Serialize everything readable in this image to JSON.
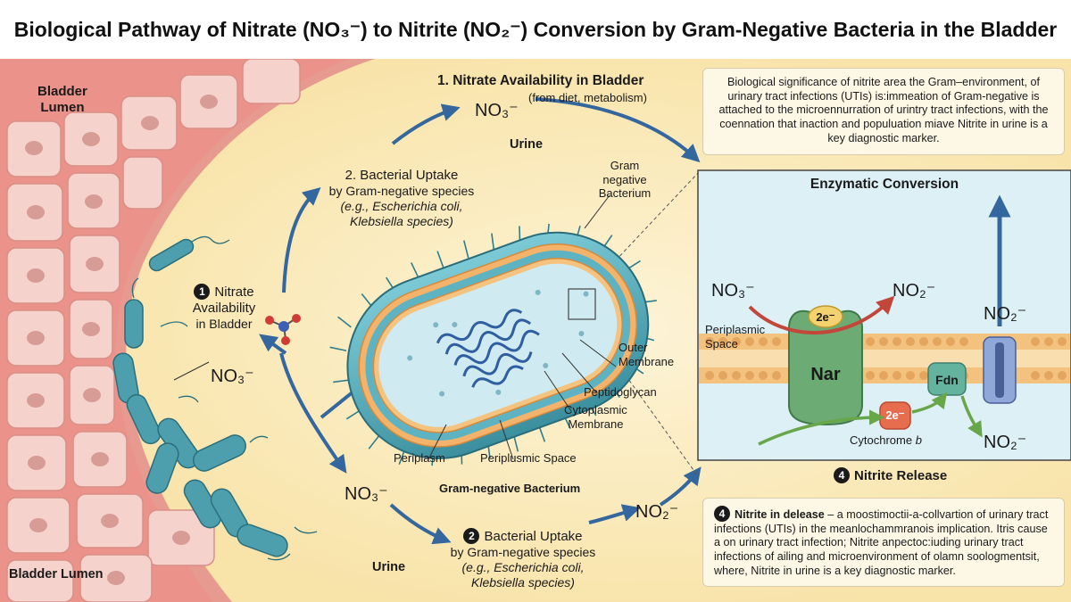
{
  "title": "Biological Pathway of Nitrate (NO₃⁻) to Nitrite (NO₂⁻) Conversion by Gram-Negative Bacteria in the Bladder",
  "labels": {
    "bladder_lumen_top": [
      "Bladder",
      "Lumen"
    ],
    "bladder_lumen_bottom": "Bladder Lumen",
    "step1_top_title": "1. Nitrate Availability in Bladder",
    "step1_top_sub": "(from diet, metabolism)",
    "no3_top": "NO₃⁻",
    "urine_top": "Urine",
    "step2_top_title": "2. Bacterial Uptake",
    "step2_top_line1": "by Gram-negative species",
    "step2_top_line2": "(e.g., Escherichia coli,",
    "step2_top_line3": "Klebsiella species)",
    "gram_negative_bacterium_label": [
      "Gram",
      "negative",
      "Bacterium"
    ],
    "step1_left_num": "1",
    "step1_left_title": [
      "Nitrate",
      "Availability"
    ],
    "step1_left_sub": "in Bladder",
    "no3_left": "NO₃⁻",
    "outer_membrane": [
      "Outer",
      "Membrane"
    ],
    "peptidoglycan": "Peptidoglycan",
    "cytoplasmic_membrane": [
      "Cytoplasmic",
      "Membrane"
    ],
    "periplasm": "Periplasm",
    "periplusmic_space": "Periplusmic Space",
    "gram_negative_bacterium_caption": "Gram-negative Bacterium",
    "no3_bottom": "NO₃⁻",
    "no2_bottom": "NO₂⁻",
    "step2_bottom_num": "2",
    "step2_bottom_title": "Bacterial Uptake",
    "step2_bottom_line1": "by Gram-negative species",
    "step2_bottom_line2": "(e.g., Escherichia coli,",
    "step2_bottom_line3": "Klebsiella species)",
    "urine_bottom": "Urine"
  },
  "enzyme_panel": {
    "title": "Enzymatic Conversion",
    "no3": "NO₃⁻",
    "no2_top": "NO₂⁻",
    "no2_right_top": "NO₂⁻",
    "no2_right_bottom": "NO₂⁻",
    "periplasmic_space": [
      "Periplasmic",
      "Space"
    ],
    "electrons_top": "2e⁻",
    "electrons_bottom": "2e⁻",
    "nar": "Nar",
    "fdn": "Fdn",
    "cytochrome": "Cytochrome",
    "cytochrome_letter": "b",
    "release_num": "4",
    "release_label": "Nitrite Release"
  },
  "notes": {
    "top": "Biological significance of nitrite area the Gram–environment, of urinary tract infections (UTIs) is:immeation of Gram-negative is attached to the microennurration of urintry tract infections, with the coennation that inaction and populuation miave Nitrite in urine is a key diagnostic marker.",
    "bottom_num": "4",
    "bottom_title": "Nitrite in delease",
    "bottom_body": " – a moostimoctii-a-collvartion of urinary tract infections (UTIs) in the meanlochammranois implication. Itris cause a on urinary tract infection; Nitrite anpectoc:iuding urinary tract infections of ailing and microenvironment of olamn soologmentsit, where, Nitrite in urine is a key diagnostic marker."
  },
  "colors": {
    "tissue": "#e79a8f",
    "cell": "#f6d2cd",
    "background_glow": "#fbedc0",
    "bacterium_body": "#6fbcc9",
    "panel": "#dcf0f6",
    "membrane": "#f2c27e",
    "nar": "#6cab74",
    "fdn": "#63b39f",
    "arrow": "#35679f",
    "electron": "#e76d4f"
  }
}
